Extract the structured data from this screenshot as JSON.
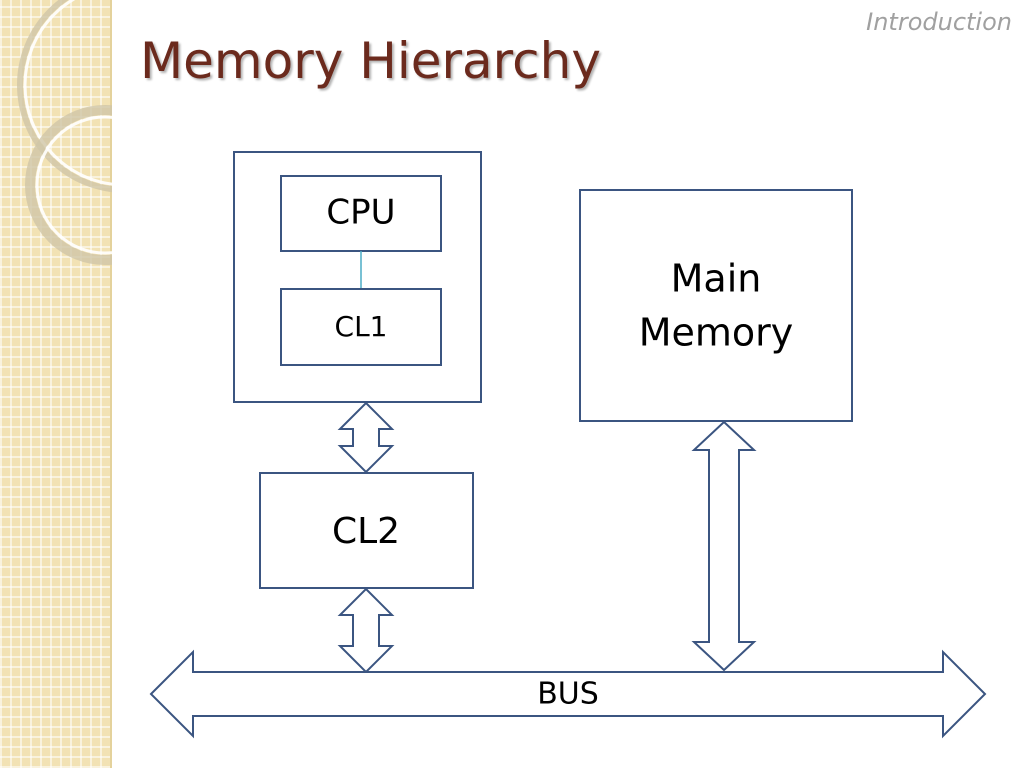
{
  "slide": {
    "section_label": "Introduction",
    "title": "Memory Hierarchy"
  },
  "diagram": {
    "nodes": {
      "cpu": "CPU",
      "cl1": "CL1",
      "cl2": "CL2",
      "main_memory_line1": "Main",
      "main_memory_line2": "Memory",
      "bus": "BUS"
    },
    "colors": {
      "box_stroke": "#3b5581",
      "arrow_stroke": "#3b5581",
      "connector": "#4bacc6",
      "title": "#6b2a1d",
      "side_panel": "#f2e2b4"
    }
  }
}
